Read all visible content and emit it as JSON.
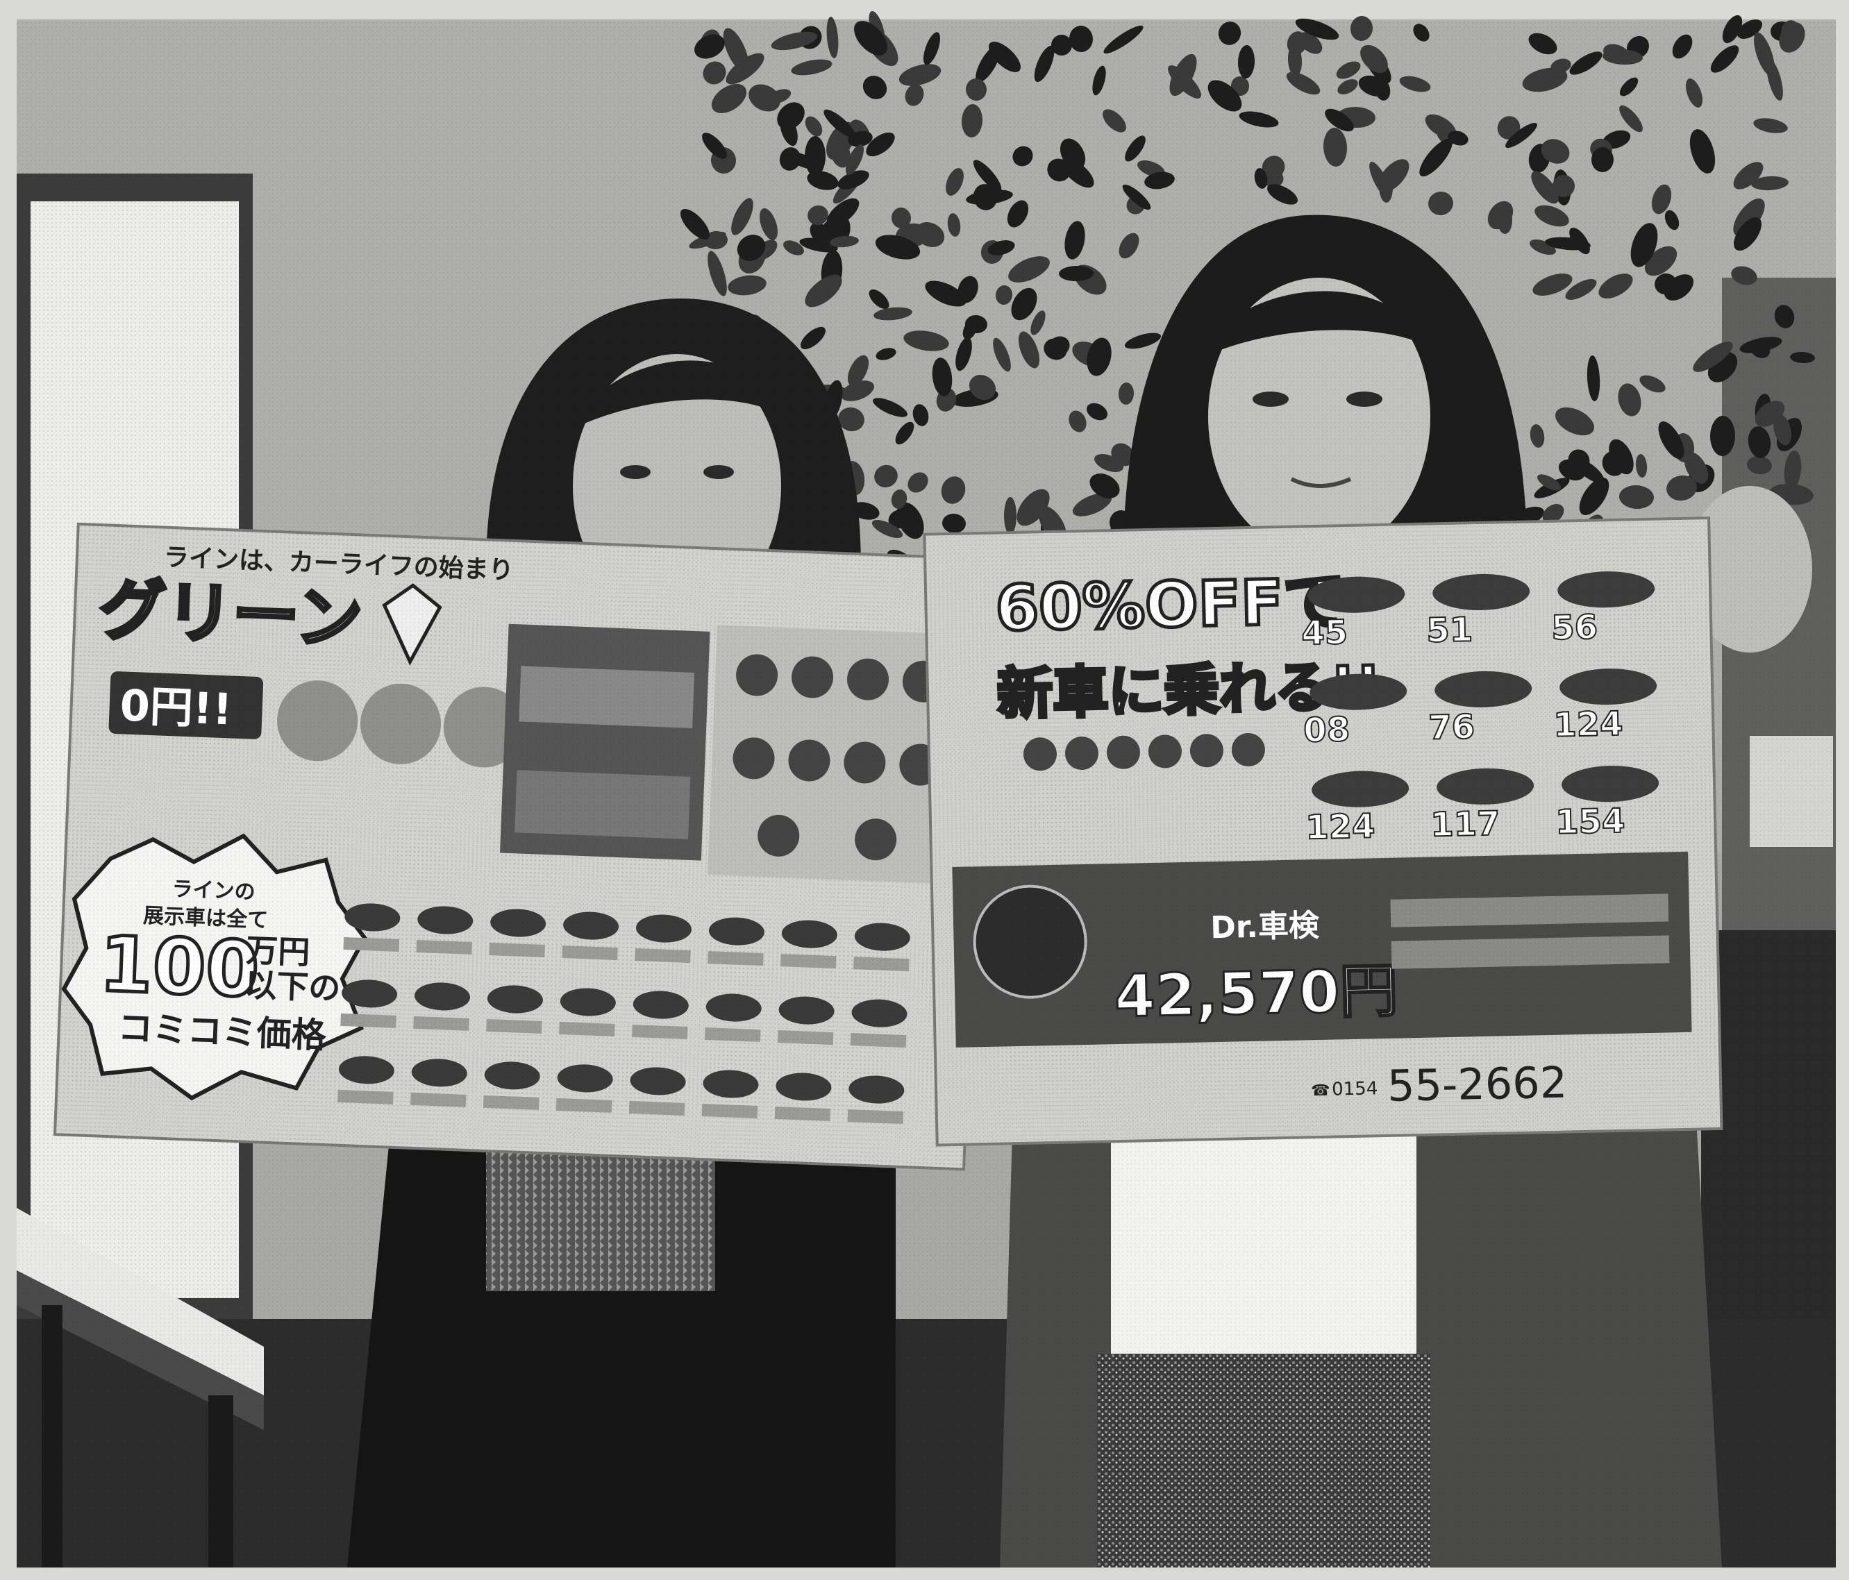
{
  "photo": {
    "palette": {
      "paper": "#d9d9d6",
      "wall": "#a4a4a2",
      "dark": "#1b1b1b",
      "mid": "#6d6d6b",
      "flyer": "#cfcfcc",
      "skin": "#b9b9b6"
    }
  },
  "flyer_left": {
    "top_line": "ラインは、カーライフの始まり",
    "brand": "グリーン",
    "zero_price": "0円!!",
    "bubble_line1": "ラインの",
    "bubble_line2": "展示車は全て",
    "bubble_big": "100",
    "bubble_unit": "万円",
    "bubble_below": "以下の",
    "bubble_bottom": "コミコミ価格"
  },
  "flyer_right": {
    "headline_1": "60%OFFで",
    "headline_2": "新車に乗れる!!",
    "prices": [
      "45",
      "51",
      "56",
      "08",
      "76",
      "124",
      "124",
      "117",
      "154"
    ],
    "brand_name": "Dr.車検",
    "big_price": "42,570円",
    "phone_prefix": "0154",
    "phone": "55-2662"
  }
}
